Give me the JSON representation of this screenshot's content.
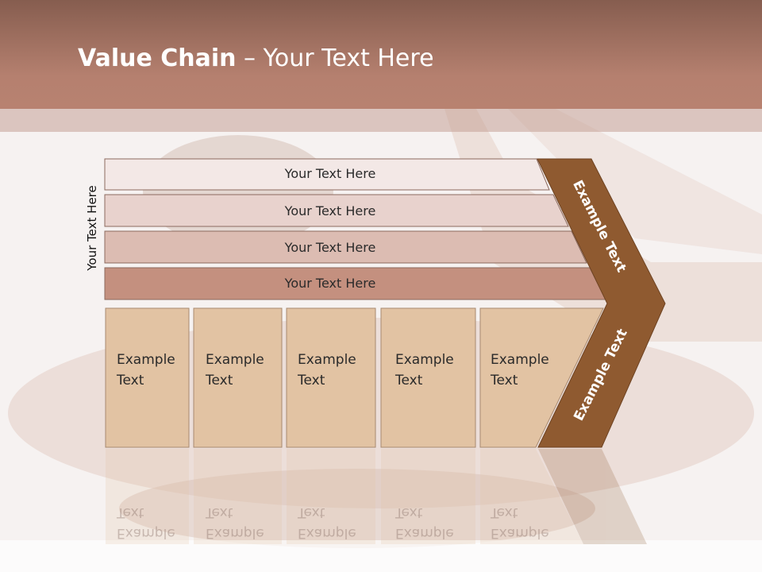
{
  "title": {
    "bold": "Value Chain",
    "rest": " – Your Text Here"
  },
  "side_label": "Your Text Here",
  "rows": [
    {
      "label": "Your Text Here"
    },
    {
      "label": "Your Text Here"
    },
    {
      "label": "Your Text Here"
    },
    {
      "label": "Your Text Here"
    }
  ],
  "boxes": [
    {
      "line1": "Example",
      "line2": "Text"
    },
    {
      "line1": "Example",
      "line2": "Text"
    },
    {
      "line1": "Example",
      "line2": "Text"
    },
    {
      "line1": "Example",
      "line2": "Text"
    },
    {
      "line1": "Example",
      "line2": "Text"
    }
  ],
  "chevron": {
    "upper": "Example Text",
    "lower": "Example Text"
  },
  "colors": {
    "header": "#b5806f",
    "row1": "#f3e8e6",
    "row2": "#e8d2cd",
    "row3": "#dcbcb2",
    "row4": "#c4907f",
    "box": "#e2c3a3",
    "chevron": "#8f5a30"
  }
}
